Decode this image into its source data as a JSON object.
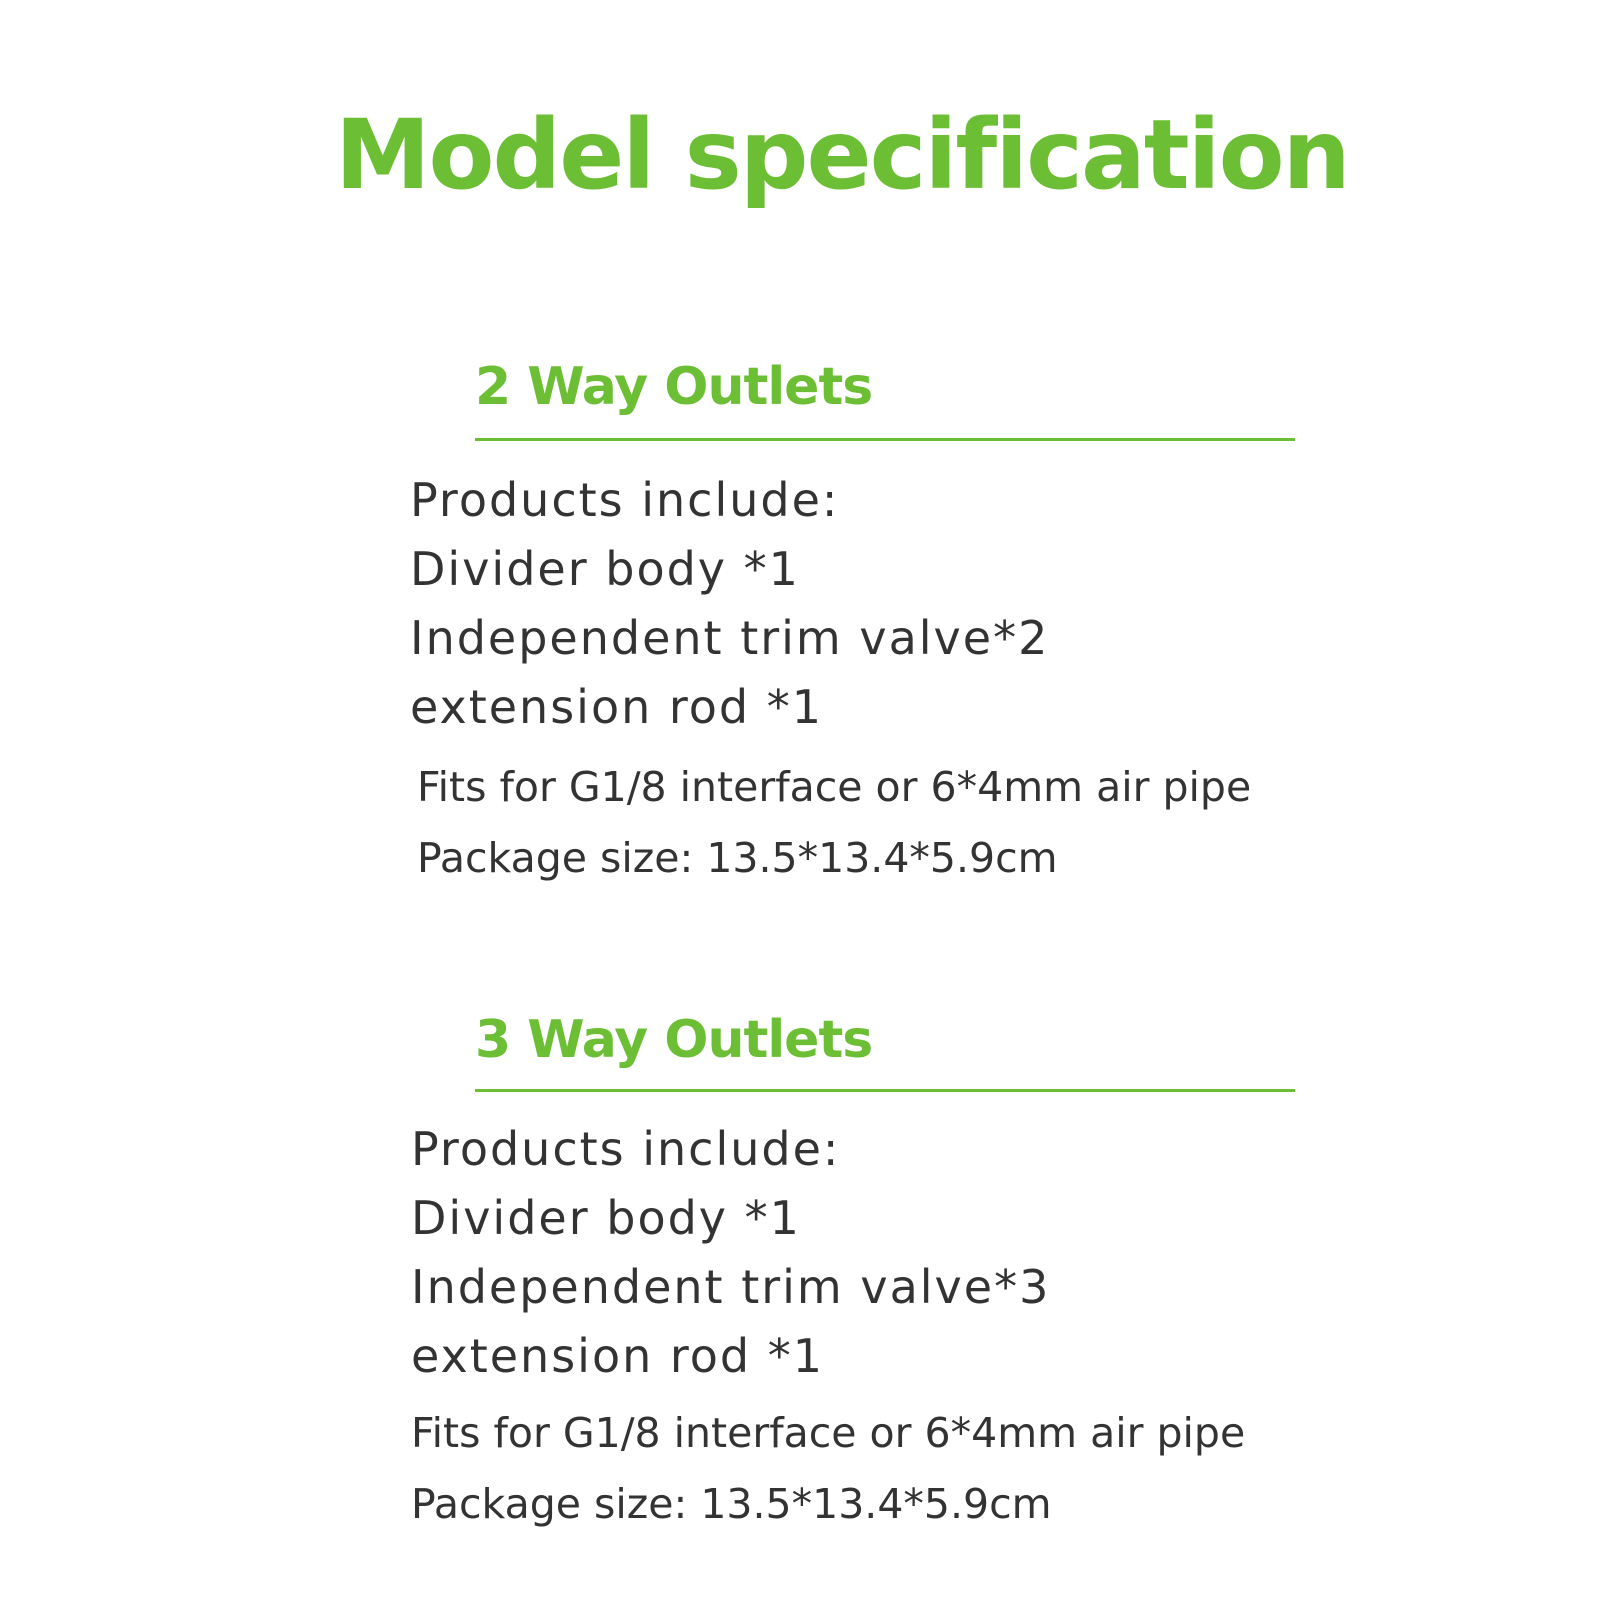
{
  "title": "Model specification",
  "sections": [
    {
      "heading": "2 Way Outlets",
      "items": [
        "Products include:",
        "Divider body *1",
        "Independent trim valve*2",
        "extension rod *1"
      ],
      "fits": "Fits for G1/8 interface or 6*4mm air pipe",
      "package": "Package size: 13.5*13.4*5.9cm"
    },
    {
      "heading": "3 Way Outlets",
      "items": [
        "Products include:",
        "Divider body *1",
        "Independent trim valve*3",
        "extension rod *1"
      ],
      "fits": "Fits for G1/8 interface or 6*4mm air pipe",
      "package": "Package size: 13.5*13.4*5.9cm"
    }
  ],
  "colors": {
    "accent": "#6cbf35",
    "text": "#333333",
    "background": "#ffffff"
  }
}
